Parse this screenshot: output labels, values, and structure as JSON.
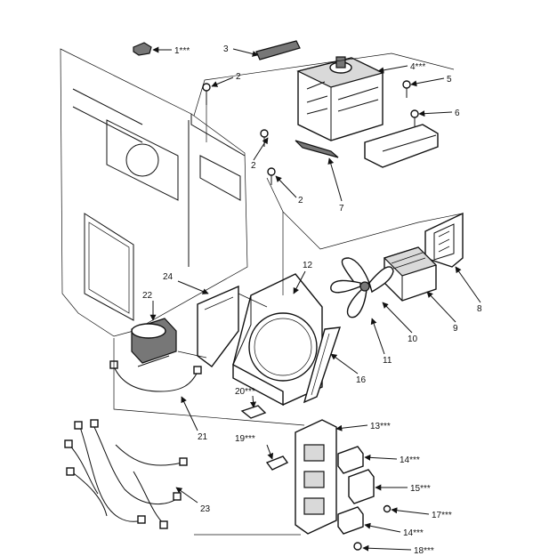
{
  "diagram": {
    "callouts": {
      "p1": "1***",
      "p2a": "2",
      "p2b": "2",
      "p2c": "2",
      "p3": "3",
      "p4": "4***",
      "p5": "5",
      "p6": "6",
      "p7": "7",
      "p8": "8",
      "p9": "9",
      "p10": "10",
      "p11": "11",
      "p12": "12",
      "p13": "13***",
      "p14a": "14***",
      "p14b": "14***",
      "p15": "15***",
      "p16": "16",
      "p17": "17***",
      "p18": "18***",
      "p19": "19***",
      "p20": "20***",
      "p21": "21",
      "p22": "22",
      "p23": "23",
      "p24": "24"
    }
  }
}
